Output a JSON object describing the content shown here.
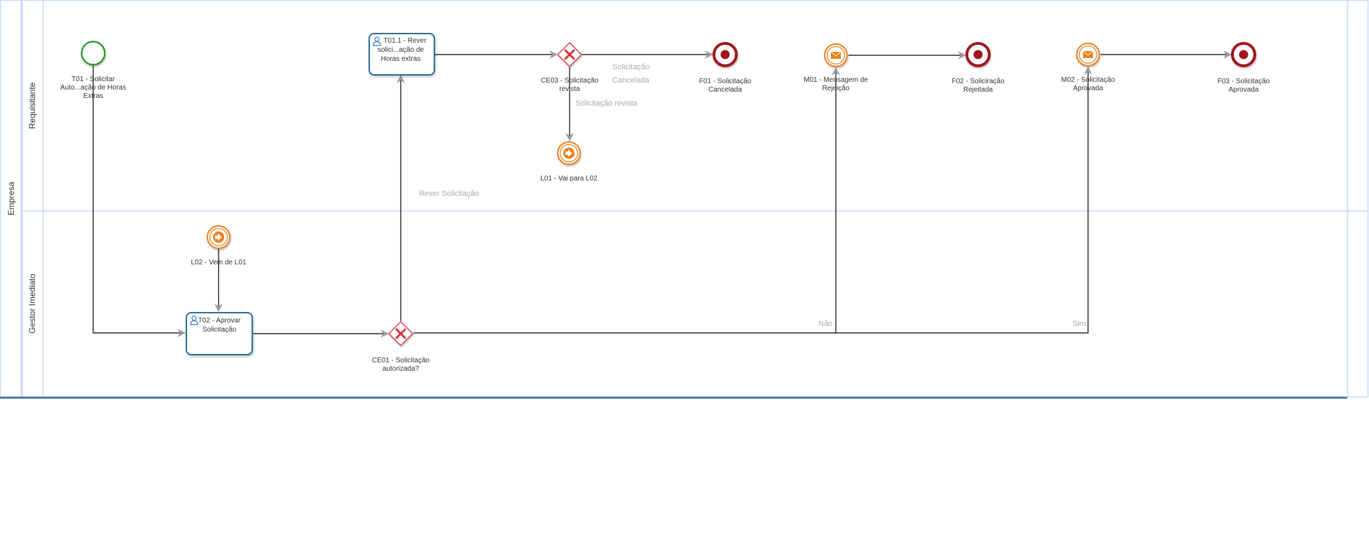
{
  "pool": {
    "label": "Empresa"
  },
  "lanes": [
    {
      "label": "Requisitante"
    },
    {
      "label": "Gestor Imediato"
    }
  ],
  "colors": {
    "lane_border": "#c6d9f7",
    "pool_bottom": "#4f7f9c",
    "task_border": "#2a6f97",
    "start_event": "#1e9b1e",
    "end_event": "#a0171e",
    "intermediate_event": "#e8801a",
    "gateway": "#d2303e",
    "flow_line": "#000000",
    "arrow_head": "#9a9a9a",
    "flow_label": "#aaaaaa"
  },
  "nodes": {
    "t01": {
      "type": "start-event",
      "label": "T01 - Solicitar Auto...ação de Horas Extras",
      "label_lines": [
        "T01 - Solicitar",
        "Auto...ação de Horas",
        "Extras"
      ]
    },
    "t011": {
      "type": "user-task",
      "label_lines": [
        "T01.1 - Rever",
        "solici...ação de",
        "Horas extras"
      ]
    },
    "ce03": {
      "type": "exclusive-gateway",
      "label_lines": [
        "CE03 - Solicitação",
        "revista"
      ]
    },
    "f01": {
      "type": "end-event",
      "label_lines": [
        "F01 - Solicitação",
        "Cancelada"
      ]
    },
    "m01": {
      "type": "message-throw-event",
      "label_lines": [
        "M01 - Mensagem de",
        "Rejeição"
      ]
    },
    "f02": {
      "type": "end-event",
      "label_lines": [
        "F02 - Soliciração",
        "Rejeitada"
      ]
    },
    "m02": {
      "type": "message-throw-event",
      "label_lines": [
        "M02 - Solicitação",
        "Aprovada"
      ]
    },
    "f03": {
      "type": "end-event",
      "label_lines": [
        "F03 - Solicitação",
        "Aprovada"
      ]
    },
    "l01": {
      "type": "link-throw-event",
      "label_lines": [
        "L01 - Vai para L02"
      ]
    },
    "l02": {
      "type": "link-catch-event",
      "label_lines": [
        "L02 - Vem de L01"
      ]
    },
    "t02": {
      "type": "user-task",
      "label_lines": [
        "T02 - Aprovar",
        "Solicitação"
      ]
    },
    "ce01": {
      "type": "exclusive-gateway",
      "label_lines": [
        "CE01 - Solicitação",
        "autorizada?"
      ]
    }
  },
  "flow_labels": {
    "cancelada_l1": "Solicitação",
    "cancelada_l2": "Cancelada",
    "revista": "Solicitação revista",
    "rever": "Rever Solicitação",
    "nao": "Não",
    "sim": "Sim"
  }
}
